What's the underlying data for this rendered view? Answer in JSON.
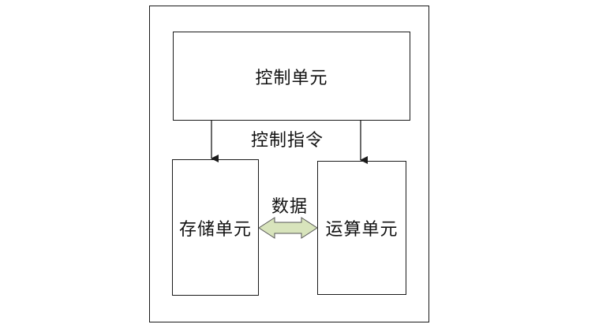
{
  "diagram": {
    "control_unit": {
      "label": "控制单元"
    },
    "control_signal": {
      "label": "控制指令"
    },
    "storage_unit": {
      "label": "存储单元"
    },
    "alu_unit": {
      "label": "运算单元"
    },
    "data_link": {
      "label": "数据"
    }
  },
  "colors": {
    "line": "#1a1a1a",
    "data_arrow_fill": "#d8e4bc",
    "data_arrow_stroke": "#555555"
  }
}
